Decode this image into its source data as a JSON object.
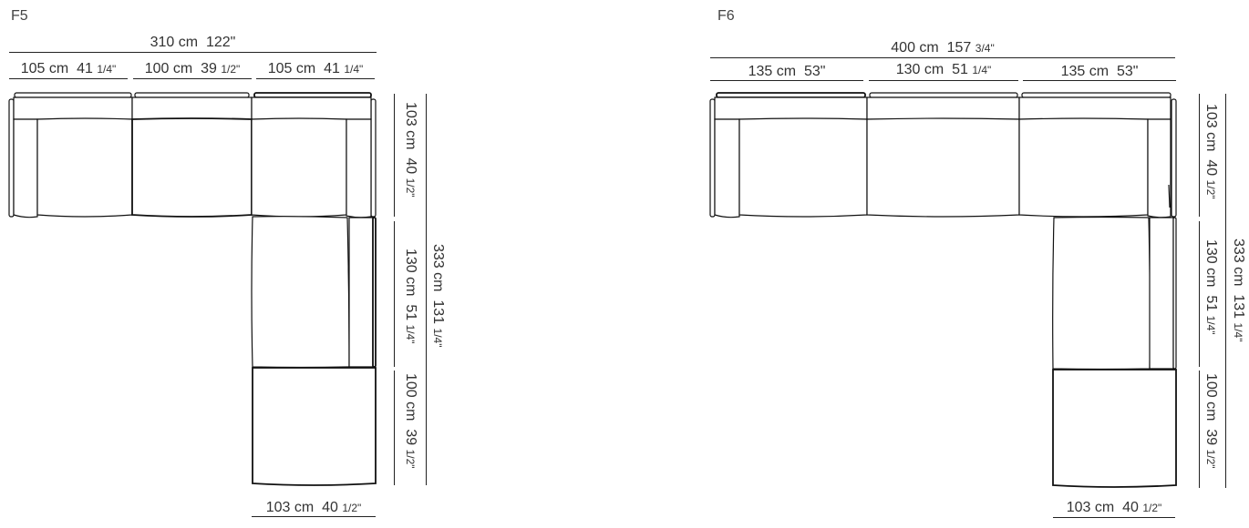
{
  "diagrams": [
    {
      "id": "F5",
      "title": "F5",
      "overall_width": {
        "cm": "310 cm",
        "in": "122\""
      },
      "module_widths": [
        {
          "cm": "105 cm",
          "in": "41",
          "frac": "1/4\""
        },
        {
          "cm": "100 cm",
          "in": "39",
          "frac": "1/2\""
        },
        {
          "cm": "105 cm",
          "in": "41",
          "frac": "1/4\""
        }
      ],
      "side_depths": [
        {
          "cm": "103 cm",
          "in": "40",
          "frac": "1/2\""
        },
        {
          "cm": "130 cm",
          "in": "51",
          "frac": "1/4\""
        },
        {
          "cm": "100 cm",
          "in": "39",
          "frac": "1/2\""
        }
      ],
      "overall_depth": {
        "cm": "333 cm",
        "in": "131",
        "frac": "1/4\""
      },
      "chaise_width": {
        "cm": "103 cm",
        "in": "40",
        "frac": "1/2\""
      }
    },
    {
      "id": "F6",
      "title": "F6",
      "overall_width": {
        "cm": "400 cm",
        "in": "157",
        "frac": "3/4\""
      },
      "module_widths": [
        {
          "cm": "135 cm",
          "in": "53\"",
          "frac": ""
        },
        {
          "cm": "130 cm",
          "in": "51",
          "frac": "1/4\""
        },
        {
          "cm": "135 cm",
          "in": "53\"",
          "frac": ""
        }
      ],
      "side_depths": [
        {
          "cm": "103 cm",
          "in": "40",
          "frac": "1/2\""
        },
        {
          "cm": "130 cm",
          "in": "51",
          "frac": "1/4\""
        },
        {
          "cm": "100 cm",
          "in": "39",
          "frac": "1/2\""
        }
      ],
      "overall_depth": {
        "cm": "333 cm",
        "in": "131",
        "frac": "1/4\""
      },
      "chaise_width": {
        "cm": "103 cm",
        "in": "40",
        "frac": "1/2\""
      }
    }
  ],
  "colors": {
    "line": "#111111",
    "text": "#333333",
    "background": "#ffffff"
  }
}
